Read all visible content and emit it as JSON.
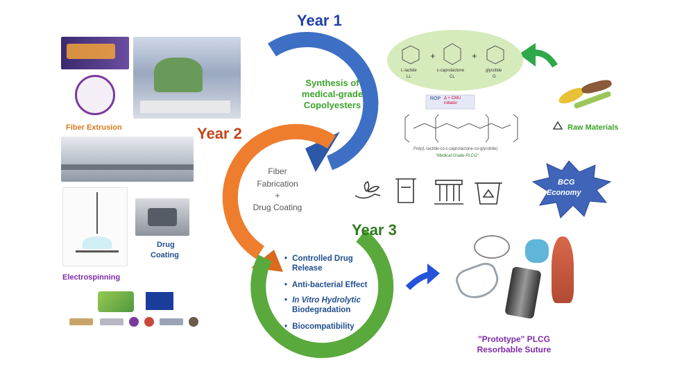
{
  "year1": {
    "label": "Year 1",
    "text_lines": [
      "Synthesis of",
      "medical-grade",
      "Copolyesters"
    ]
  },
  "year2": {
    "label": "Year 2",
    "text_lines": [
      "Fiber",
      "Fabrication",
      "+",
      "Drug Coating"
    ]
  },
  "year3": {
    "label": "Year 3",
    "bullets": [
      {
        "lines": [
          "Controlled Drug",
          "Release"
        ]
      },
      {
        "lines": [
          "Anti-bacterial Effect"
        ]
      },
      {
        "lines": [
          "In Vitro Hydrolytic",
          "Biodegradation"
        ]
      },
      {
        "lines": [
          "Biocompatibility"
        ]
      }
    ]
  },
  "left_labels": {
    "fiber_extrusion": "Fiber Extrusion",
    "electrospinning": "Electrospinning",
    "drug_coating_1": "Drug",
    "drug_coating_2": "Coating"
  },
  "monomers": [
    {
      "name": "L-lactide",
      "abbr": "LL"
    },
    {
      "name": "ε-caprolactone",
      "abbr": "CL"
    },
    {
      "name": "glycolide",
      "abbr": "G"
    }
  ],
  "reaction": {
    "label": "ROP",
    "conditions": "Δ + CMU initiator"
  },
  "polymer": {
    "name": "Poly(L-lactide-co-ε-caprolactone-co-glycolide)",
    "grade": "\"Medical-Grade PLCG\""
  },
  "raw_materials": "Raw Materials",
  "bcg": {
    "line1": "BCG",
    "line2": "Economy"
  },
  "prototype": {
    "line1": "\"Prototype\" PLCG",
    "line2": "Resorbable Suture"
  },
  "colors": {
    "year1": "#3d6fc4",
    "year2": "#ee7d2e",
    "year3": "#5aa93c",
    "title_blue": "#1f3fa6",
    "title_orange": "#c0461b",
    "title_green": "#2f7a1e",
    "green_text": "#3ca32b",
    "orange_text": "#d8791b",
    "purple_text": "#7d2aa8",
    "bullet_text": "#1f4e8c",
    "bcg_fill": "#3f64b8"
  }
}
